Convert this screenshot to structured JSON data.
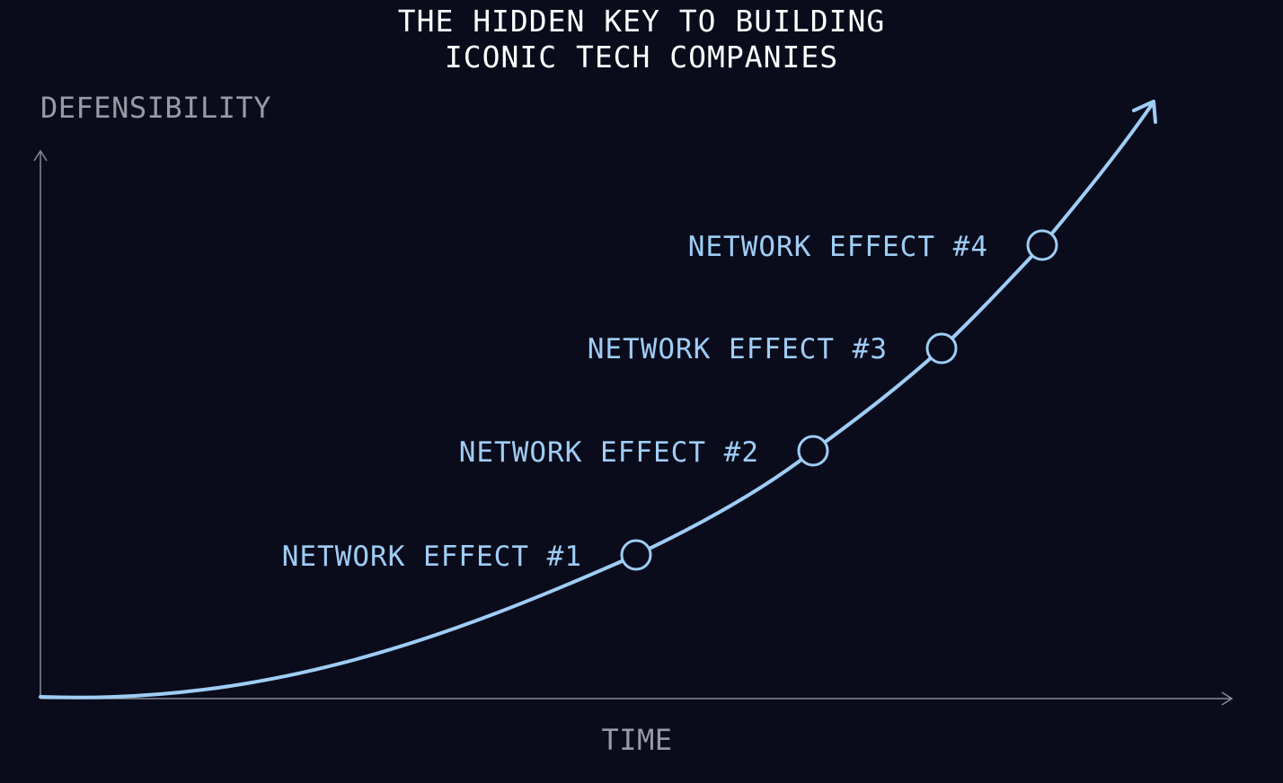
{
  "title": {
    "line1": "THE HIDDEN KEY TO BUILDING",
    "line2": "ICONIC TECH COMPANIES"
  },
  "axes": {
    "y_label": "DEFENSIBILITY",
    "x_label": "TIME"
  },
  "milestones": [
    {
      "label": "NETWORK EFFECT #1"
    },
    {
      "label": "NETWORK EFFECT #2"
    },
    {
      "label": "NETWORK EFFECT #3"
    },
    {
      "label": "NETWORK EFFECT #4"
    }
  ],
  "colors": {
    "background": "#0a0c1c",
    "curve": "#9fcdf5",
    "axis": "#8a8a94",
    "title": "#ffffff",
    "axis_label": "#9a9aa4"
  }
}
